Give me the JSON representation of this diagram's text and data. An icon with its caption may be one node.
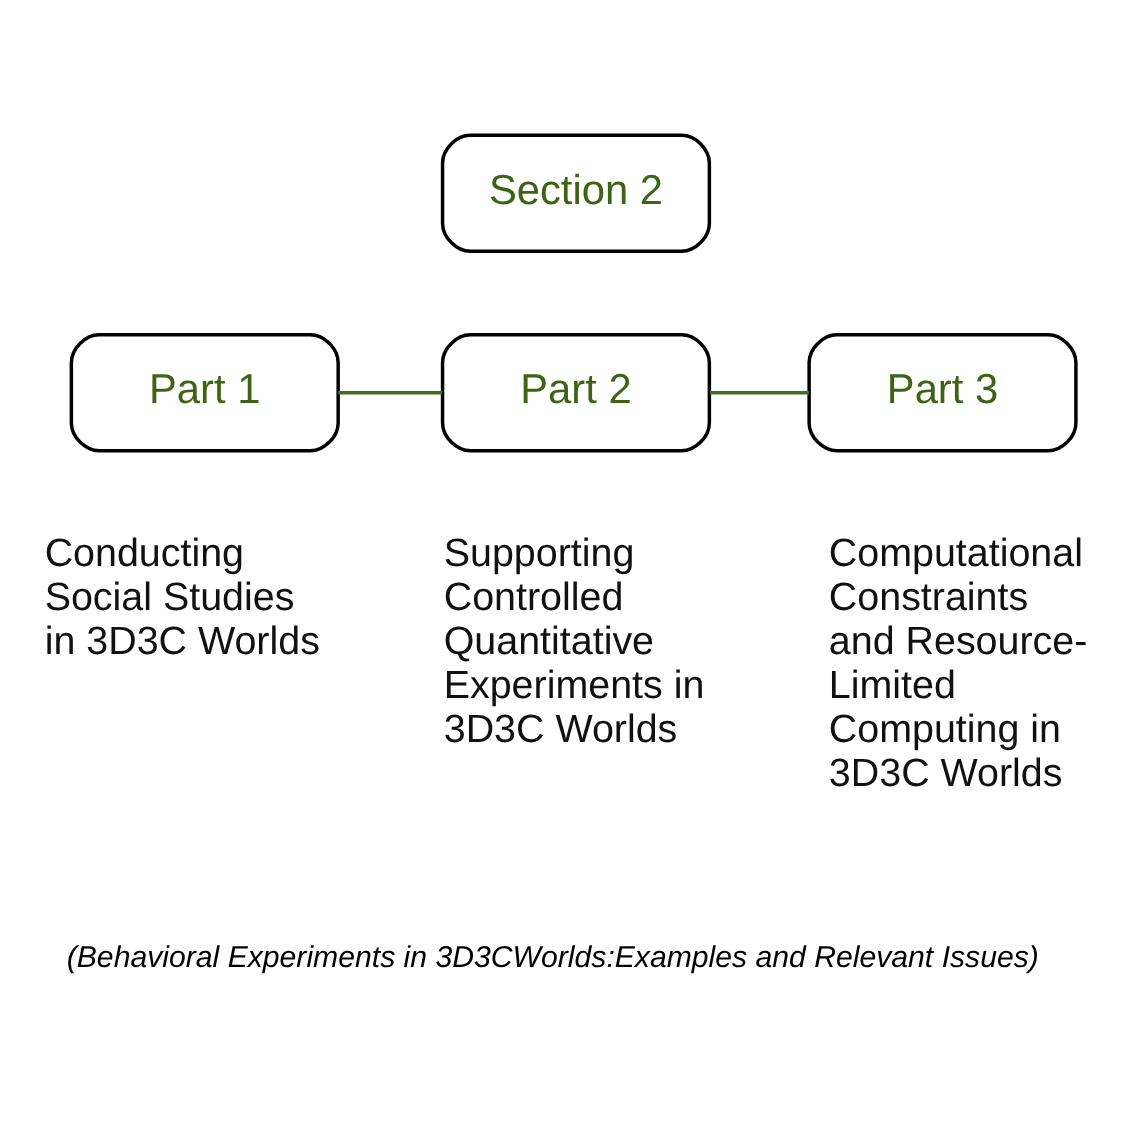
{
  "diagram": {
    "caption": "(Behavioral Experiments in 3D3CWorlds:Examples and Relevant Issues)",
    "nodes": [
      {
        "text": [
          "Section 2"
        ]
      },
      {
        "text": [
          "Part 1"
        ],
        "beside": [
          "Conducting Social Studies in 3D3C Worlds"
        ]
      },
      {
        "text": [
          "Part 2"
        ],
        "beside": [
          "Supporting Controlled Quantitative Experiments in 3D3C Worlds"
        ]
      },
      {
        "text": [
          "Part 3"
        ],
        "beside": [
          "Computational Constraints and Resource-Limited Computing in 3D3C Worlds"
        ]
      }
    ],
    "edges": [
      {
        "from": 1,
        "to": 2,
        "arrow": "none",
        "color": "#4a6b1e"
      },
      {
        "from": 2,
        "to": 3,
        "arrow": "none",
        "color": "#4a6b1e"
      }
    ]
  }
}
